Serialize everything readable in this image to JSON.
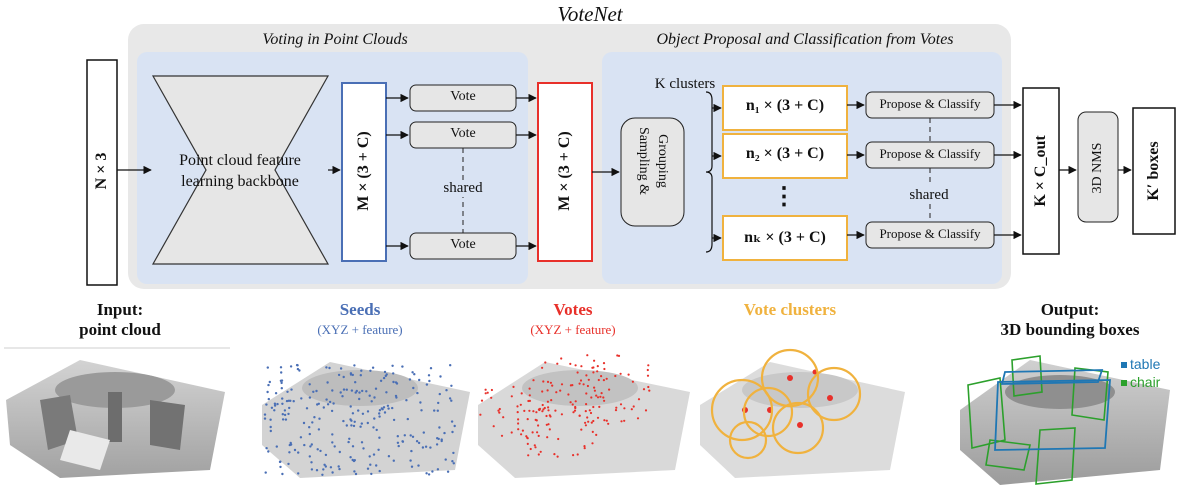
{
  "title": "VoteNet",
  "module_voting": "Voting in Point Clouds",
  "module_proposal": "Object Proposal and Classification from Votes",
  "input_block": "N × 3",
  "backbone_line1": "Point cloud feature",
  "backbone_line2": "learning backbone",
  "seeds_block": "M × (3 + C)",
  "votes_block": "M × (3 + C)",
  "vote_label": "Vote",
  "shared_label": "shared",
  "k_clusters": "K clusters",
  "sampling_line1": "Sampling &",
  "sampling_line2": "Grouping",
  "cluster_1": "n₁ × (3 + C)",
  "cluster_2": "n₂ × (3 + C)",
  "cluster_dots": "⋮",
  "cluster_k": "nₖ × (3 + C)",
  "propose_label": "Propose & Classify",
  "output_block": "K × C_out",
  "nms_block": "3D NMS",
  "final_block": "K′ boxes",
  "panels": {
    "input_line1": "Input:",
    "input_line2": "point cloud",
    "seeds": "Seeds",
    "seeds_sub": "(XYZ + feature)",
    "votes": "Votes",
    "votes_sub": "(XYZ + feature)",
    "clusters": "Vote clusters",
    "output_line1": "Output:",
    "output_line2": "3D bounding boxes",
    "legend_table": "table",
    "legend_chair": "chair"
  },
  "colors": {
    "seeds": "#4a6fb5",
    "votes": "#e8302a",
    "clusters": "#f0b23e",
    "table": "#1f77b4",
    "chair": "#2ca02c",
    "outer_bg": "#e8e8e8",
    "module_bg": "#d9e3f3"
  }
}
